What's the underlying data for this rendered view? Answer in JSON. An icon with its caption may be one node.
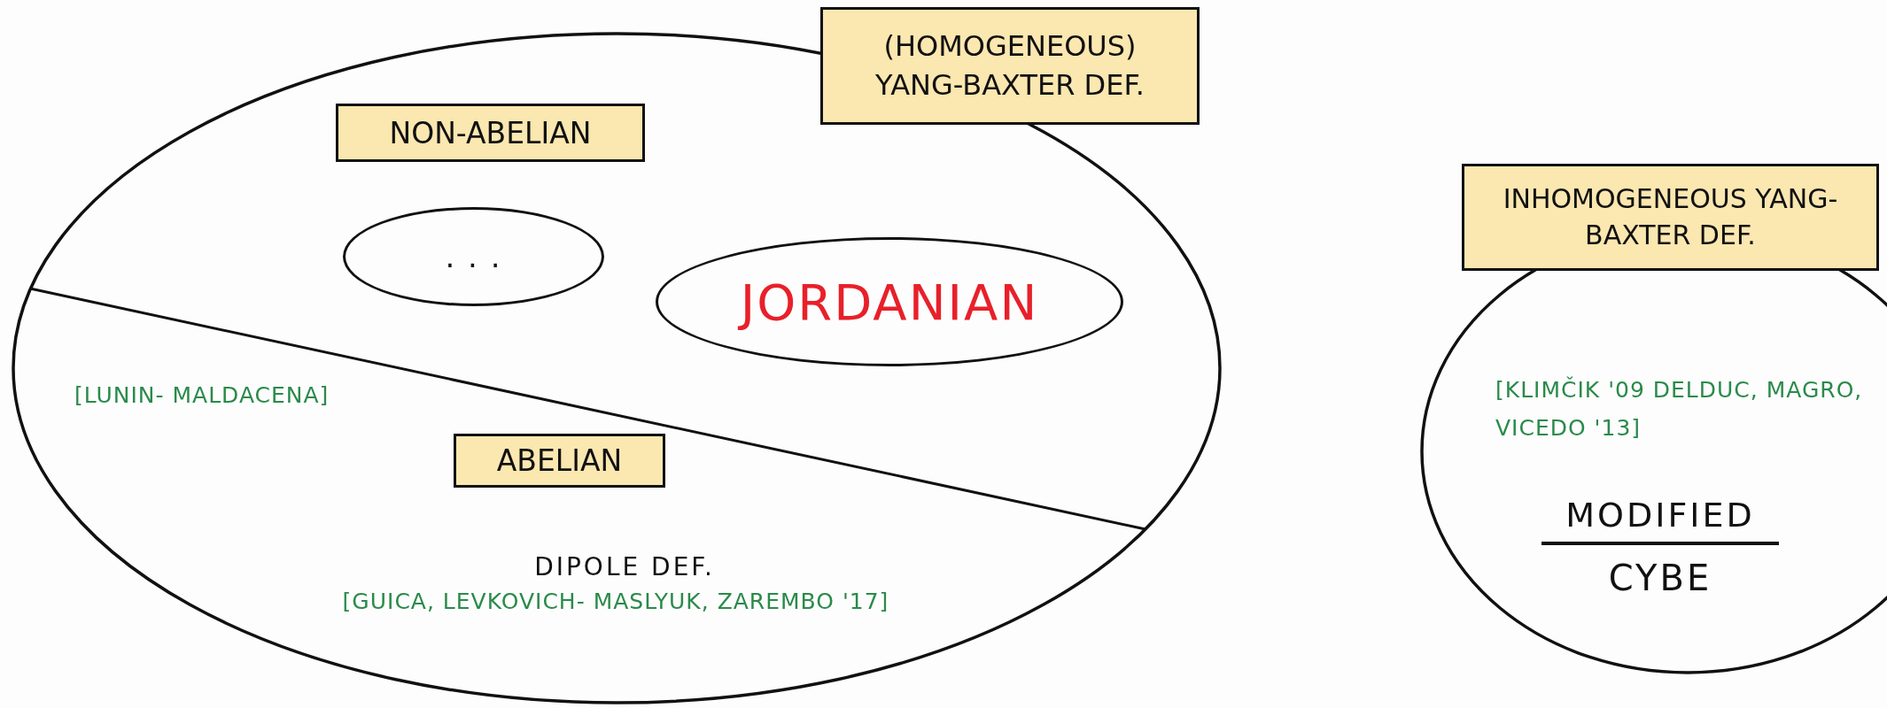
{
  "diagram": {
    "nodes": [
      {
        "text": [
          "(HOMOGENEOUS) YANG-BAXTER DEF."
        ]
      },
      {
        "text": [
          "NON-ABELIAN"
        ],
        "in": 0
      },
      {
        "text": [
          ". . ."
        ],
        "in": 0
      },
      {
        "text": [
          "JORDANIAN"
        ],
        "in": 0
      },
      {
        "text": [
          "ABELIAN"
        ],
        "in": 0
      },
      {
        "text": [
          "INHOMOGENEOUS YANG-BAXTER DEF."
        ]
      }
    ],
    "labels": [
      "[LUNIN- MALDACENA]",
      "DIPOLE DEF.",
      "[GUICA, LEVKOVICH- MASLYUK, ZAREMBO '17]",
      "[KLIMČIK '09 DELDUC, MAGRO, VICEDO '13]",
      "MODIFIED",
      "CYBE"
    ]
  }
}
